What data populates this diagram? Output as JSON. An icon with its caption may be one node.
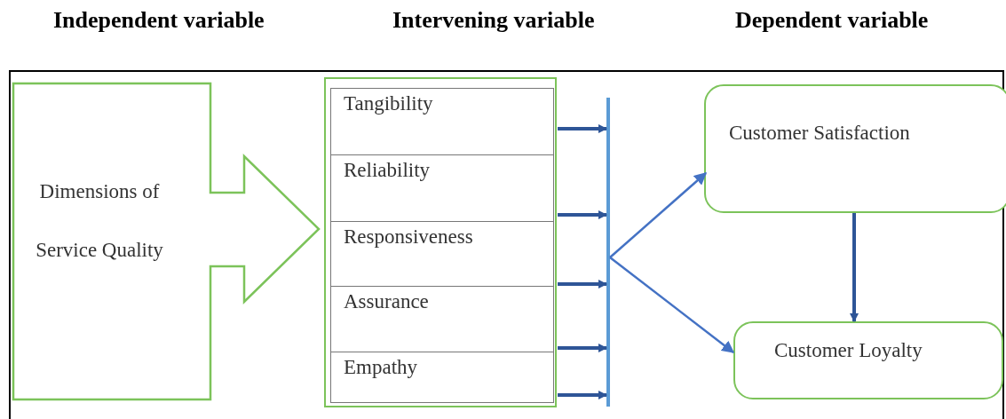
{
  "diagram": {
    "nodes": [
      {
        "text": [
          "Dimensions of Service Quality"
        ]
      },
      {
        "text": [],
        "shape": "box"
      },
      {
        "text": [
          "Tangibility"
        ],
        "in": 1
      },
      {
        "text": [
          "Reliability"
        ],
        "in": 1
      },
      {
        "text": [
          "Responsiveness"
        ],
        "in": 1
      },
      {
        "text": [
          "Assurance"
        ],
        "in": 1
      },
      {
        "text": [
          "Empathy"
        ],
        "in": 1
      },
      {
        "text": [],
        "shape": "bar"
      },
      {
        "text": [
          "Customer Satisfaction"
        ]
      },
      {
        "text": [
          "Customer Loyalty"
        ]
      }
    ],
    "edges": [
      {
        "from": 2,
        "to": 7,
        "arrow": "to"
      },
      {
        "from": 3,
        "to": 7,
        "arrow": "to"
      },
      {
        "from": 4,
        "to": 7,
        "arrow": "to"
      },
      {
        "from": 5,
        "to": 7,
        "arrow": "to"
      },
      {
        "from": 6,
        "to": 7,
        "arrow": "to"
      },
      {
        "from": 7,
        "to": 8,
        "arrow": "to",
        "color": "#4472c4"
      },
      {
        "from": 7,
        "to": 9,
        "arrow": "to",
        "color": "#4472c4"
      },
      {
        "from": 8,
        "to": 9,
        "arrow": "to"
      }
    ],
    "labels": [
      "Independent variable",
      "Intervening variable",
      "Dependent variable"
    ]
  }
}
